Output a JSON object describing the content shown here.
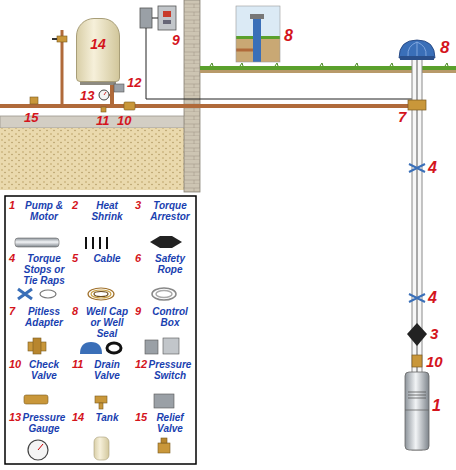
{
  "diagram": {
    "nodes": [
      {
        "text": [
          "14"
        ]
      }
    ],
    "labels": [
      "9",
      "8",
      "12",
      "13",
      "15",
      "11",
      "10",
      "8",
      "7",
      "4",
      "4",
      "3",
      "10",
      "1",
      "1",
      "Pump & Motor",
      "2",
      "Heat Shrink",
      "3",
      "Torque Arrestor",
      "4",
      "Torque Stops or Tie Raps",
      "5",
      "Cable",
      "6",
      "Safety Rope",
      "7",
      "Pitless Adapter",
      "8",
      "Well Cap or Well Seal",
      "9",
      "Control Box",
      "10",
      "Check Valve",
      "11",
      "Drain Valve",
      "12",
      "Pressure Switch",
      "13",
      "Pressure Gauge",
      "14",
      "Tank",
      "15",
      "Relief Valve"
    ]
  }
}
